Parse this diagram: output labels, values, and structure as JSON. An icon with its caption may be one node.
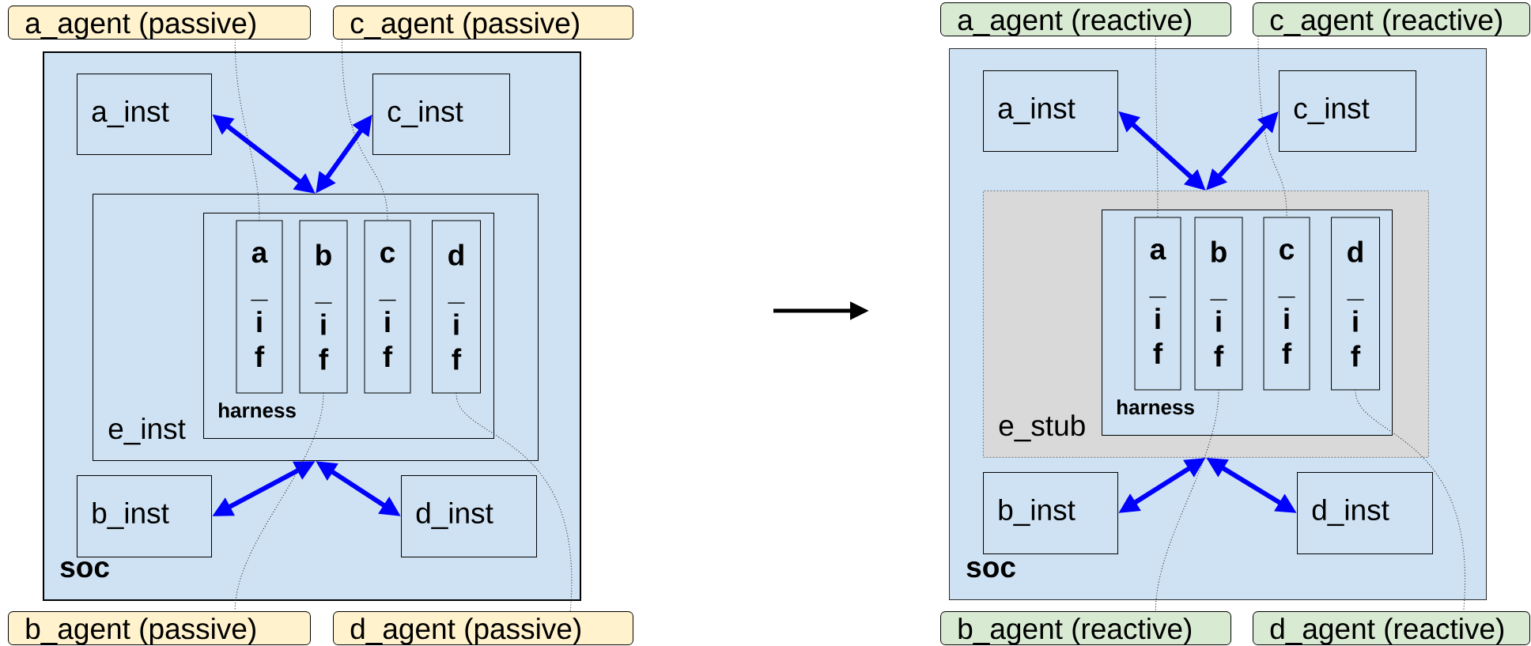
{
  "diagram": {
    "nodes": [
      {
        "text": [
          "a_agent (passive)"
        ]
      },
      {
        "text": [
          "c_agent (passive)"
        ]
      },
      {
        "text": [
          "soc"
        ]
      },
      {
        "text": [
          "a_inst"
        ],
        "in": 2
      },
      {
        "text": [
          "c_inst"
        ],
        "in": 2
      },
      {
        "text": [
          "e_inst"
        ],
        "in": 2
      },
      {
        "text": [
          "harness"
        ],
        "in": 5
      },
      {
        "text": [
          "a _ i f"
        ],
        "in": 6
      },
      {
        "text": [
          "b _ i f"
        ],
        "in": 6
      },
      {
        "text": [
          "c _ i f"
        ],
        "in": 6
      },
      {
        "text": [
          "d _ i f"
        ],
        "in": 6
      },
      {
        "text": [
          "b_inst"
        ],
        "in": 2
      },
      {
        "text": [
          "d_inst"
        ],
        "in": 2
      },
      {
        "text": [
          "b_agent (passive)"
        ]
      },
      {
        "text": [
          "d_agent (passive)"
        ]
      },
      {
        "text": [
          "a_agent (reactive)"
        ]
      },
      {
        "text": [
          "c_agent (reactive)"
        ]
      },
      {
        "text": [
          "soc"
        ]
      },
      {
        "text": [
          "a_inst"
        ],
        "in": 17
      },
      {
        "text": [
          "c_inst"
        ],
        "in": 17
      },
      {
        "text": [
          "e_stub"
        ],
        "in": 17
      },
      {
        "text": [
          "harness"
        ],
        "in": 20
      },
      {
        "text": [
          "a _ i f"
        ],
        "in": 21
      },
      {
        "text": [
          "b _ i f"
        ],
        "in": 21
      },
      {
        "text": [
          "c _ i f"
        ],
        "in": 21
      },
      {
        "text": [
          "d _ i f"
        ],
        "in": 21
      },
      {
        "text": [
          "b_inst"
        ],
        "in": 17
      },
      {
        "text": [
          "d_inst"
        ],
        "in": 17
      },
      {
        "text": [
          "b_agent (reactive)"
        ]
      },
      {
        "text": [
          "d_agent (reactive)"
        ]
      }
    ],
    "edges": [
      {
        "from": 5,
        "to": 3,
        "arrow": "both",
        "style": "thick",
        "color": "#0000ff"
      },
      {
        "from": 5,
        "to": 4,
        "arrow": "both",
        "style": "thick",
        "color": "#0000ff"
      },
      {
        "from": 5,
        "to": 11,
        "arrow": "both",
        "style": "thick",
        "color": "#0000ff"
      },
      {
        "from": 5,
        "to": 12,
        "arrow": "both",
        "style": "thick",
        "color": "#0000ff"
      },
      {
        "from": 0,
        "to": 7,
        "arrow": "none",
        "style": "dashed",
        "color": "#333333"
      },
      {
        "from": 1,
        "to": 9,
        "arrow": "none",
        "style": "dashed",
        "color": "#333333"
      },
      {
        "from": 8,
        "to": 13,
        "arrow": "none",
        "style": "dashed",
        "color": "#333333"
      },
      {
        "from": 10,
        "to": 14,
        "arrow": "none",
        "style": "dashed",
        "color": "#333333"
      },
      {
        "from": 20,
        "to": 18,
        "arrow": "both",
        "style": "thick",
        "color": "#0000ff"
      },
      {
        "from": 20,
        "to": 19,
        "arrow": "both",
        "style": "thick",
        "color": "#0000ff"
      },
      {
        "from": 20,
        "to": 26,
        "arrow": "both",
        "style": "thick",
        "color": "#0000ff"
      },
      {
        "from": 20,
        "to": 27,
        "arrow": "both",
        "style": "thick",
        "color": "#0000ff"
      },
      {
        "from": 15,
        "to": 22,
        "arrow": "none",
        "style": "dashed",
        "color": "#333333"
      },
      {
        "from": 16,
        "to": 24,
        "arrow": "none",
        "style": "dashed",
        "color": "#333333"
      },
      {
        "from": 23,
        "to": 28,
        "arrow": "none",
        "style": "dashed",
        "color": "#333333"
      },
      {
        "from": 25,
        "to": 29,
        "arrow": "none",
        "style": "dashed",
        "color": "#333333"
      }
    ]
  }
}
